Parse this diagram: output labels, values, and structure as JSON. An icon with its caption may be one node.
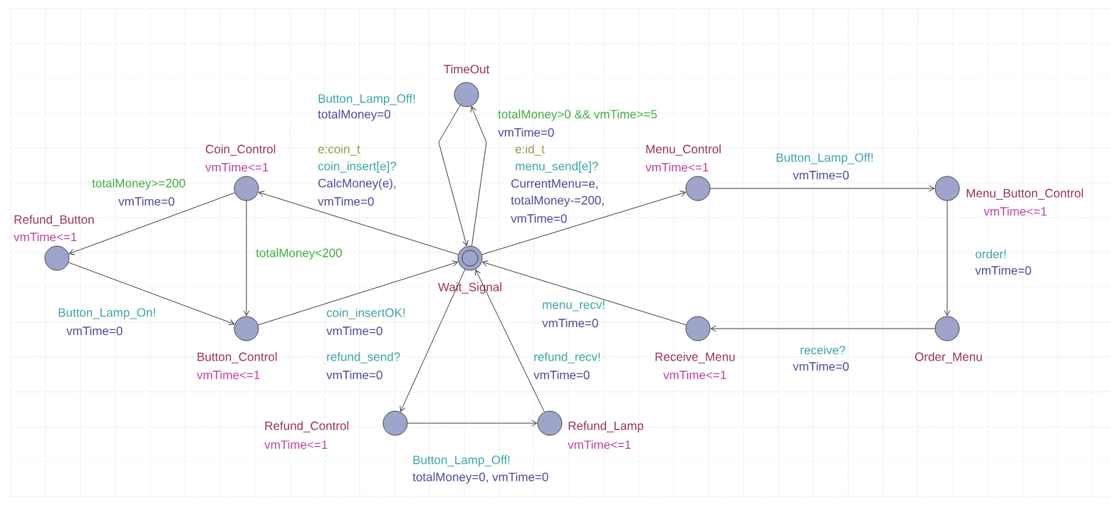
{
  "diagram": {
    "nodes": [
      {
        "text": [],
        "shape": "circle",
        "beside": [
          "TimeOut"
        ]
      },
      {
        "text": [],
        "shape": "circle",
        "beside": [
          "Coin_Control",
          "vmTime<=1"
        ]
      },
      {
        "text": [],
        "shape": "circle",
        "beside": [
          "Menu_Control",
          "vmTime<=1"
        ]
      },
      {
        "text": [],
        "shape": "circle",
        "beside": [
          "Menu_Button_Control",
          "vmTime<=1"
        ]
      },
      {
        "text": [],
        "shape": "circle",
        "beside": [
          "Refund_Button",
          "vmTime<=1"
        ]
      },
      {
        "text": [],
        "shape": "circle",
        "beside": [
          "Wait_Signal"
        ]
      },
      {
        "text": [],
        "shape": "circle",
        "beside": [
          "Button_Control",
          "vmTime<=1"
        ]
      },
      {
        "text": [],
        "shape": "circle",
        "beside": [
          "Receive_Menu",
          "vmTime<=1"
        ]
      },
      {
        "text": [],
        "shape": "circle",
        "beside": [
          "Order_Menu"
        ]
      },
      {
        "text": [],
        "shape": "circle",
        "beside": [
          "Refund_Control",
          "vmTime<=1"
        ]
      },
      {
        "text": [],
        "shape": "circle",
        "beside": [
          "Refund_Lamp",
          "vmTime<=1"
        ]
      }
    ],
    "edges": [
      {
        "from": 5,
        "to": 0,
        "arrow": "to"
      },
      {
        "from": 0,
        "to": 5,
        "arrow": "to"
      },
      {
        "from": 5,
        "to": 1,
        "arrow": "to"
      },
      {
        "from": 5,
        "to": 2,
        "arrow": "to"
      },
      {
        "from": 2,
        "to": 3,
        "arrow": "to"
      },
      {
        "from": 3,
        "to": 8,
        "arrow": "to"
      },
      {
        "from": 8,
        "to": 7,
        "arrow": "to"
      },
      {
        "from": 7,
        "to": 5,
        "arrow": "to"
      },
      {
        "from": 1,
        "to": 4,
        "arrow": "to"
      },
      {
        "from": 1,
        "to": 6,
        "arrow": "to"
      },
      {
        "from": 4,
        "to": 6,
        "arrow": "to"
      },
      {
        "from": 6,
        "to": 5,
        "arrow": "to"
      },
      {
        "from": 5,
        "to": 9,
        "arrow": "to"
      },
      {
        "from": 9,
        "to": 10,
        "arrow": "to"
      },
      {
        "from": 10,
        "to": 5,
        "arrow": "to"
      }
    ],
    "labels": [
      "Button_Lamp_Off!",
      "totalMoney=0",
      "totalMoney>0 && vmTime>=5",
      "vmTime=0",
      "e:coin_t",
      "e:id_t",
      "Button_Lamp_Off!",
      "coin_insert[e]?",
      "menu_send[e]?",
      "vmTime=0",
      "totalMoney>=200",
      "CalcMoney(e),",
      "CurrentMenu=e,",
      "vmTime=0",
      "vmTime=0",
      "totalMoney-=200,",
      "vmTime=0",
      "totalMoney<200",
      "order!",
      "vmTime=0",
      "menu_recv!",
      "Button_Lamp_On!",
      "coin_insertOK!",
      "vmTime=0",
      "vmTime=0",
      "vmTime=0",
      "receive?",
      "refund_send?",
      "refund_recv!",
      "vmTime=0",
      "vmTime=0",
      "vmTime=0",
      "Button_Lamp_Off!",
      "totalMoney=0, vmTime=0"
    ]
  }
}
